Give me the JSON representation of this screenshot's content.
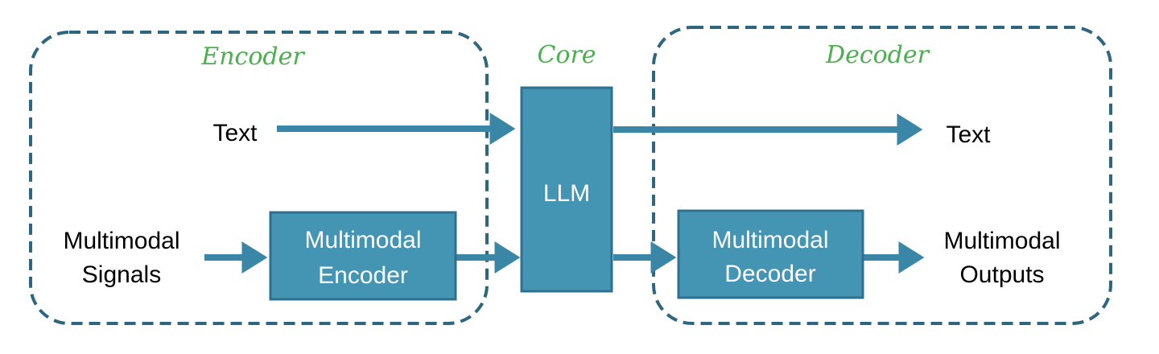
{
  "colors": {
    "dash_border": "#2e6680",
    "box_fill": "#4494b3",
    "box_stroke": "#2f7090",
    "arrow": "#3a86a6",
    "title": "#4caf50"
  },
  "encoder": {
    "title": "Encoder",
    "input_text_label": "Text",
    "input_signals_label": [
      "Multimodal",
      "Signals"
    ],
    "block_label": [
      "Multimodal",
      "Encoder"
    ]
  },
  "core": {
    "title": "Core",
    "block_label": "LLM"
  },
  "decoder": {
    "title": "Decoder",
    "output_text_label": "Text",
    "block_label": [
      "Multimodal",
      "Decoder"
    ],
    "output_label": [
      "Multimodal",
      "Outputs"
    ]
  }
}
